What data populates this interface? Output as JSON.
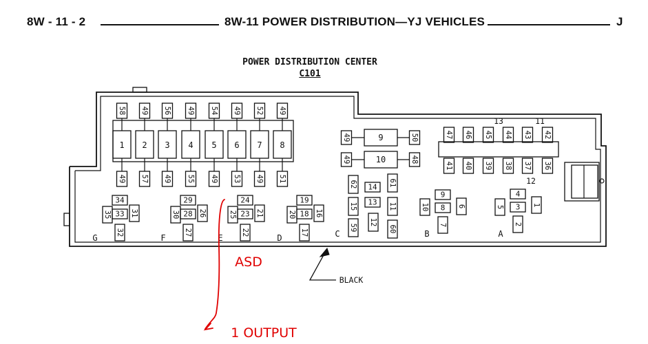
{
  "header": {
    "page_ref": "8W - 11 - 2",
    "section_title": "8W-11 POWER DISTRIBUTION—YJ VEHICLES",
    "side_letter": "J"
  },
  "diagram": {
    "title": "POWER DISTRIBUTION CENTER",
    "connector_id": "C101",
    "relay_numbers": [
      "1",
      "2",
      "3",
      "4",
      "5",
      "6",
      "7",
      "8"
    ],
    "top_terminals": [
      "58",
      "49",
      "56",
      "49",
      "54",
      "49",
      "52",
      "49"
    ],
    "bottom_terminals": [
      "49",
      "57",
      "49",
      "55",
      "49",
      "53",
      "49",
      "51"
    ],
    "center_relays": [
      {
        "number": "9",
        "left": "49",
        "right": "50"
      },
      {
        "number": "10",
        "left": "49",
        "right": "48"
      }
    ],
    "right_strip_top": [
      "47",
      "46",
      "45",
      "44",
      "43",
      "42"
    ],
    "right_strip_bottom": [
      "41",
      "40",
      "39",
      "38",
      "37",
      "36"
    ],
    "strip_labels": {
      "a": "13",
      "b": "11",
      "c": "12"
    },
    "group_labels": [
      "G",
      "F",
      "E",
      "D",
      "C",
      "B",
      "A"
    ],
    "group_g": [
      "34",
      "35",
      "33",
      "31",
      "32"
    ],
    "group_f": [
      "29",
      "30",
      "28",
      "26",
      "27"
    ],
    "group_e": [
      "24",
      "25",
      "23",
      "21",
      "22"
    ],
    "group_d": [
      "19",
      "20",
      "18",
      "16",
      "17"
    ],
    "group_c": [
      "62",
      "14",
      "61",
      "15",
      "13",
      "11",
      "59",
      "12",
      "60"
    ],
    "group_b": [
      "9",
      "10",
      "8",
      "6",
      "7"
    ],
    "group_a": [
      "4",
      "5",
      "3",
      "1",
      "2"
    ],
    "callout_label": "BLACK",
    "annotations": {
      "asd": "ASD",
      "output": "1 OUTPUT"
    }
  }
}
